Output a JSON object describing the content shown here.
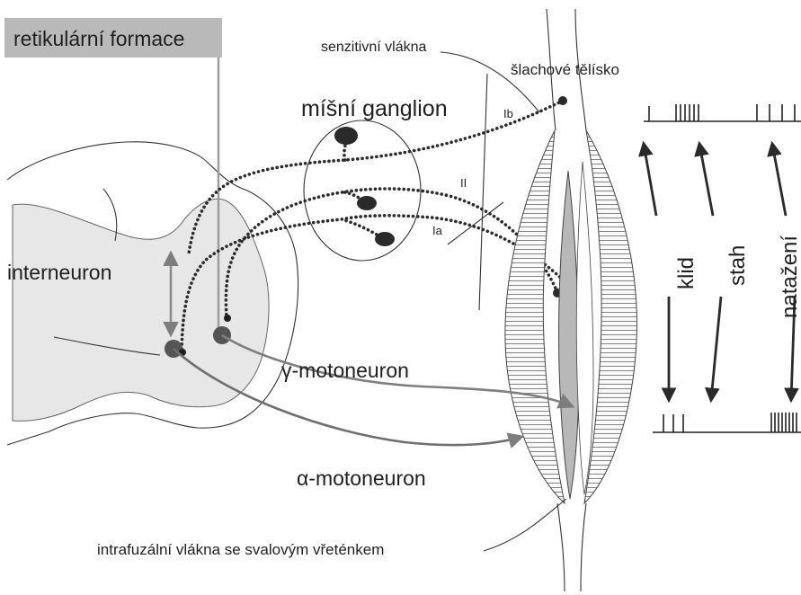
{
  "labels": {
    "reticular_formation": "retikulární formace",
    "spinal_ganglion": "míšní ganglion",
    "sensory_fibers": "senzitivní vlákna",
    "tendon_organ": "šlachové tělísko",
    "fiber_ib": "Ib",
    "fiber_ii": "II",
    "fiber_ia": "Ia",
    "interneuron": "interneuron",
    "gamma_motoneuron": "γ-motoneuron",
    "alpha_motoneuron": "α-motoneuron",
    "intrafusal": "intrafuzální vlákna se svalovým vřeténkem"
  },
  "states": [
    "klid",
    "stah",
    "natažení"
  ],
  "colors": {
    "ink": "#1f1f1f",
    "gray_box": "#b9b9b9",
    "gray_matter": "#e6e6e6",
    "arrow_gray": "#8a8a8a"
  }
}
